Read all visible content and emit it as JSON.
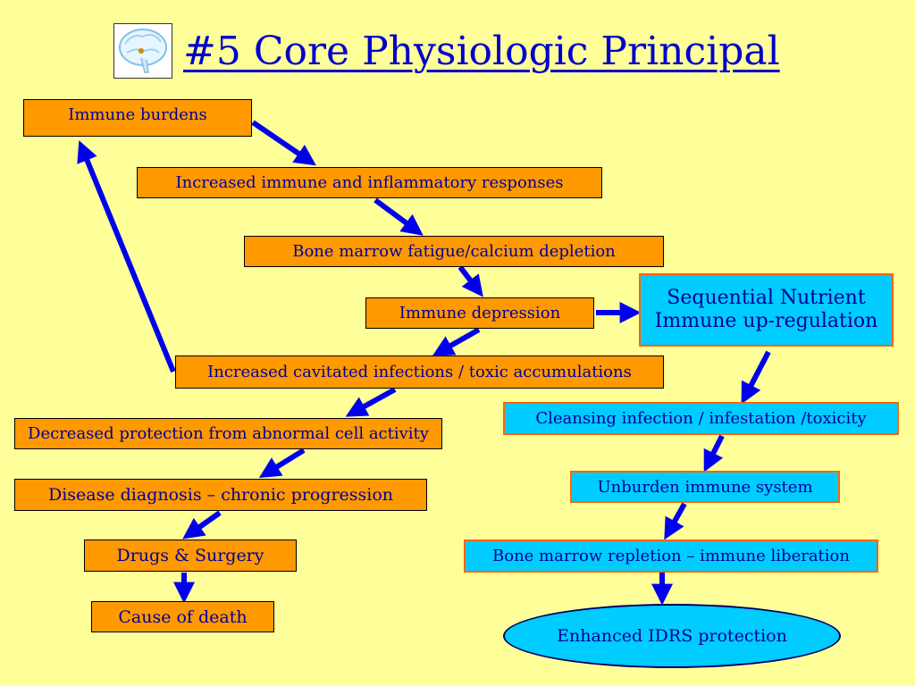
{
  "title": "#5 Core Physiologic Principal",
  "logo_icon": "brain-icon",
  "colors": {
    "background": "#ffff99",
    "orange_box": "#ff9900",
    "blue_box": "#00ccff",
    "arrow": "#0000ee",
    "text": "#000099"
  },
  "left_chain": [
    "Immune burdens",
    "Increased immune and inflammatory responses",
    "Bone marrow fatigue/calcium depletion",
    "Immune depression",
    "Increased cavitated infections / toxic accumulations",
    "Decreased protection from abnormal cell activity",
    "Disease diagnosis – chronic progression",
    "Drugs & Surgery",
    "Cause of death"
  ],
  "right_chain": {
    "header_line1": "Sequential Nutrient",
    "header_line2": "Immune up-regulation",
    "steps": [
      "Cleansing infection / infestation /toxicity",
      "Unburden immune system",
      "Bone marrow  repletion – immune liberation"
    ],
    "outcome": "Enhanced IDRS protection"
  }
}
